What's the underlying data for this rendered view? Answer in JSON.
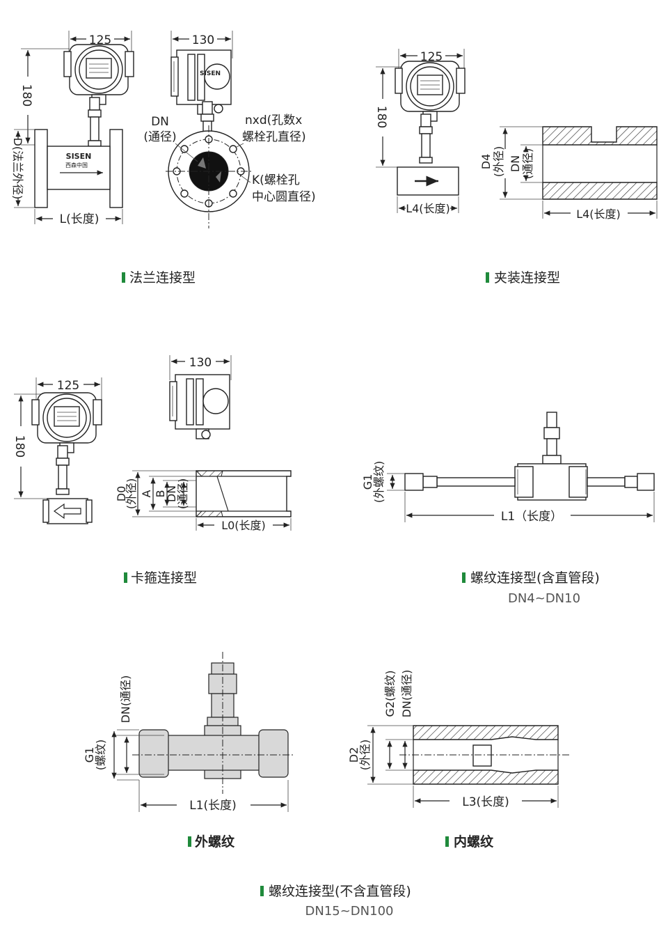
{
  "colors": {
    "accent": "#1f8a3b",
    "line": "#222222",
    "muted": "#555555"
  },
  "flange": {
    "dim_width_front": "125",
    "dim_width_side": "130",
    "dim_height": "180",
    "dim_D": "D(法兰外径)",
    "dim_L": "L(长度)",
    "label_dn": "DN",
    "label_dn_sub": "(通径)",
    "label_nxd": "nxd(孔数x",
    "label_nxd_sub": "螺栓孔直径)",
    "label_k": "K(螺栓孔",
    "label_k_sub": "中心圆直径)",
    "brand": "SISEN",
    "brand_cn": "西森中国",
    "caption": "法兰连接型"
  },
  "clamp": {
    "dim_width": "125",
    "dim_height": "180",
    "dim_l4_a": "L4(长度)",
    "dim_l4_b": "L4(长度)",
    "dim_d4": "D4",
    "dim_d4_sub": "(外径)",
    "dim_dn": "DN",
    "dim_dn_sub": "(通径)",
    "caption": "夹装连接型"
  },
  "triclamp": {
    "dim_width_front": "125",
    "dim_width_side": "130",
    "dim_height": "180",
    "dim_d0": "D0",
    "dim_d0_sub": "(外径)",
    "dim_a": "A",
    "dim_b": "B",
    "dim_dn": "DN",
    "dim_dn_sub": "(通径)",
    "dim_l0": "L0(长度)",
    "caption": "卡箍连接型"
  },
  "thread_pipe": {
    "dim_g1": "G1",
    "dim_g1_sub": "(外螺纹)",
    "dim_l1": "L1（长度）",
    "caption": "螺纹连接型(含直管段)",
    "range": "DN4~DN10"
  },
  "thread": {
    "ext_dim_dn": "DN(通径)",
    "ext_dim_g1": "G1",
    "ext_dim_g1_sub": "(螺纹)",
    "ext_dim_l1": "L1(长度)",
    "ext_caption": "外螺纹",
    "int_dim_g2": "G2(螺纹)",
    "int_dim_dn": "DN(通径)",
    "int_dim_d2": "D2",
    "int_dim_d2_sub": "(外径)",
    "int_dim_l3": "L3(长度)",
    "int_caption": "内螺纹",
    "caption": "螺纹连接型(不含直管段)",
    "range": "DN15~DN100"
  }
}
